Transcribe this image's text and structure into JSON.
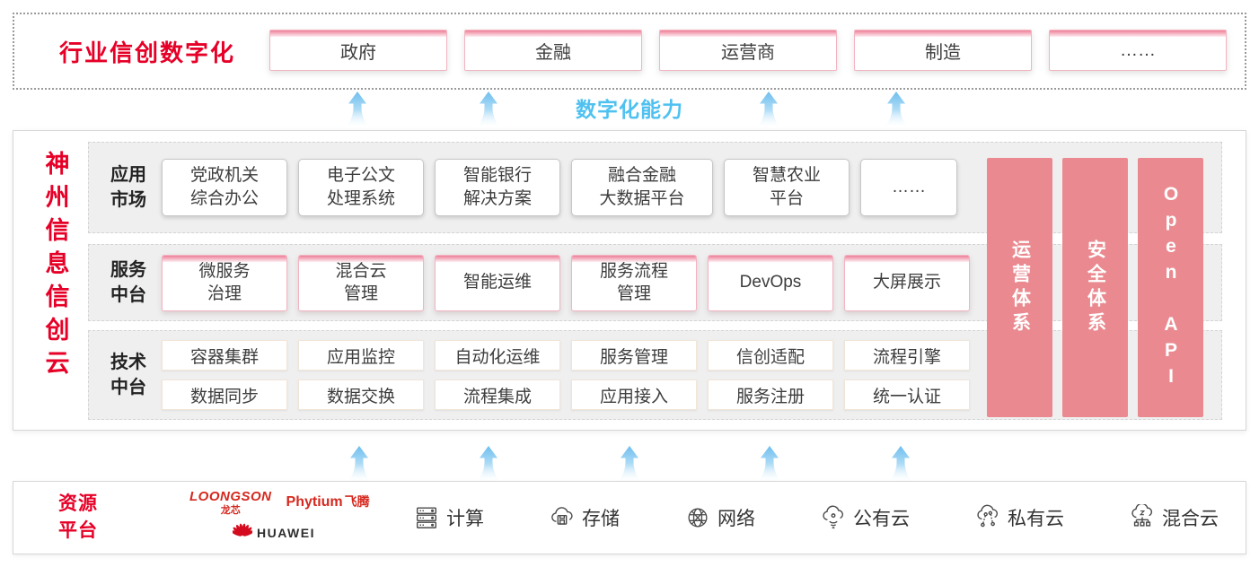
{
  "top_band": {
    "label": "行业信创数字化",
    "industries": [
      "政府",
      "金融",
      "运营商",
      "制造",
      "……"
    ]
  },
  "capability": {
    "label": "数字化能力"
  },
  "platform": {
    "title": "神州信息信创云",
    "rows": [
      {
        "label": "应用\n市场",
        "items": [
          "党政机关\n综合办公",
          "电子公文\n处理系统",
          "智能银行\n解决方案",
          "融合金融\n大数据平台",
          "智慧农业\n平台",
          "……"
        ]
      },
      {
        "label": "服务\n中台",
        "items": [
          "微服务\n治理",
          "混合云\n管理",
          "智能运维",
          "服务流程\n管理",
          "DevOps",
          "大屏展示"
        ]
      },
      {
        "label": "技术\n中台",
        "items": [
          "容器集群",
          "应用监控",
          "自动化运维",
          "服务管理",
          "信创适配",
          "流程引擎",
          "数据同步",
          "数据交换",
          "流程集成",
          "应用接入",
          "服务注册",
          "统一认证"
        ]
      }
    ],
    "pillars": [
      "运营体系",
      "安全体系",
      "Open API"
    ]
  },
  "resources": {
    "label": "资源\n平台",
    "vendors": [
      {
        "name": "LOONGSON",
        "sub": "龙芯"
      },
      {
        "name": "Phytium",
        "sub": "飞腾"
      },
      {
        "name": "HUAWEI"
      }
    ],
    "items": [
      {
        "icon": "compute-icon",
        "label": "计算"
      },
      {
        "icon": "storage-icon",
        "label": "存储"
      },
      {
        "icon": "network-icon",
        "label": "网络"
      },
      {
        "icon": "public-cloud-icon",
        "label": "公有云"
      },
      {
        "icon": "private-cloud-icon",
        "label": "私有云"
      },
      {
        "icon": "hybrid-cloud-icon",
        "label": "混合云"
      }
    ]
  },
  "colors": {
    "accent_red": "#e60027",
    "pillar_pink": "#ea8a90",
    "capability_blue": "#4fc1f0"
  }
}
